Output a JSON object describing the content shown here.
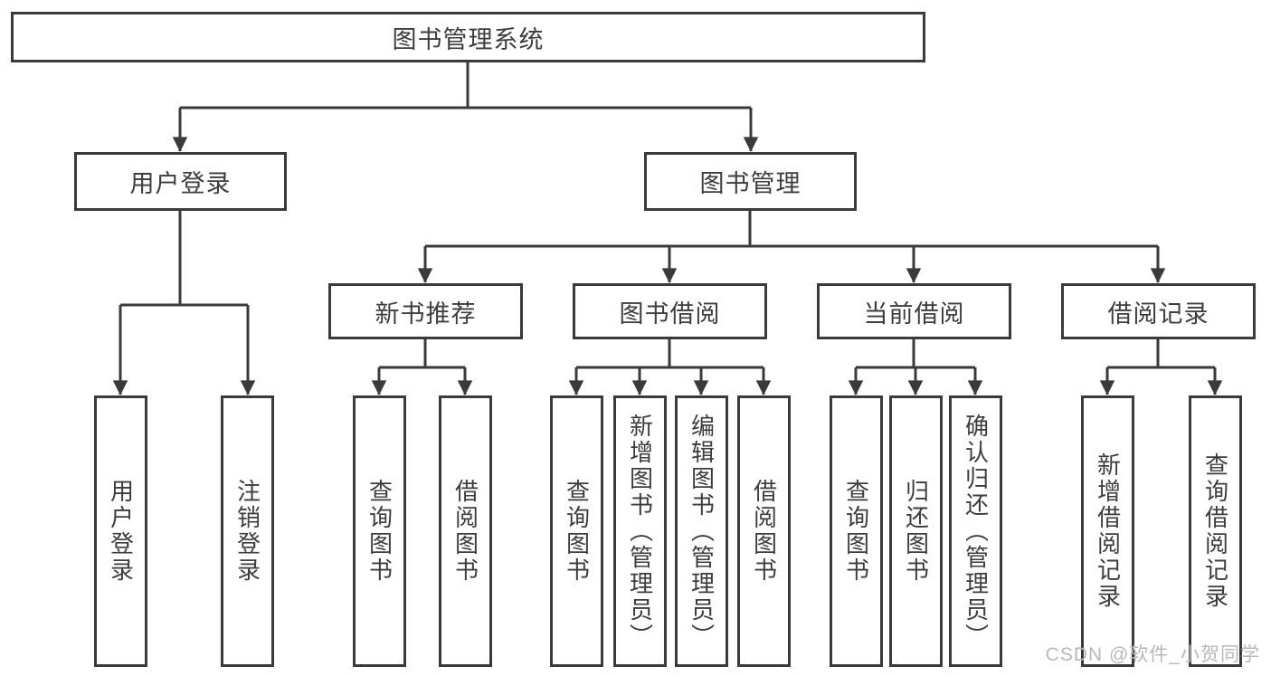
{
  "diagram": {
    "root": {
      "label": "图书管理系统"
    },
    "branches": [
      {
        "label": "用户登录",
        "children": [
          {
            "label": "用户登录"
          },
          {
            "label": "注销登录"
          }
        ]
      },
      {
        "label": "图书管理",
        "children": [
          {
            "label": "新书推荐",
            "children": [
              {
                "label": "查询图书"
              },
              {
                "label": "借阅图书"
              }
            ]
          },
          {
            "label": "图书借阅",
            "children": [
              {
                "label": "查询图书"
              },
              {
                "label": "新增图书（管理员）"
              },
              {
                "label": "编辑图书（管理员）"
              },
              {
                "label": "借阅图书"
              }
            ]
          },
          {
            "label": "当前借阅",
            "children": [
              {
                "label": "查询图书"
              },
              {
                "label": "归还图书"
              },
              {
                "label": "确认归还（管理员）"
              }
            ]
          },
          {
            "label": "借阅记录",
            "children": [
              {
                "label": "新增借阅记录"
              },
              {
                "label": "查询借阅记录"
              }
            ]
          }
        ]
      }
    ]
  },
  "watermark": {
    "text": "CSDN @软件_小贺同学"
  },
  "colors": {
    "line": "#3a3a3a",
    "border": "#3a3a3a",
    "text": "#3d3d3d",
    "watermark": "#b8b8b8",
    "background": "#ffffff"
  }
}
